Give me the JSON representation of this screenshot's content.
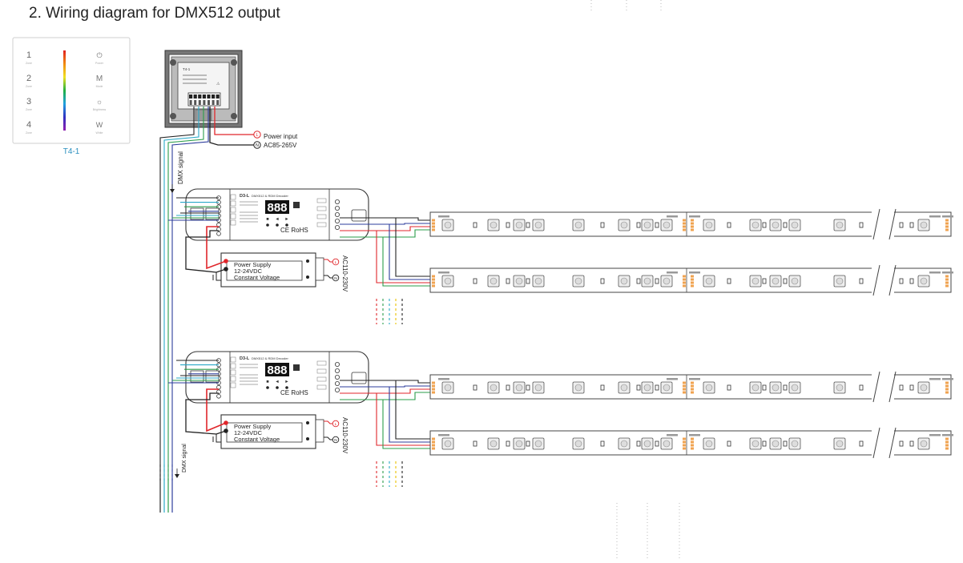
{
  "page": {
    "title": "2. Wiring diagram for DMX512 output"
  },
  "remote_panel": {
    "buttons_left": [
      {
        "num": "1",
        "sub": "Zone"
      },
      {
        "num": "2",
        "sub": "Zone"
      },
      {
        "num": "3",
        "sub": "Zone"
      },
      {
        "num": "4",
        "sub": "Zone"
      }
    ],
    "buttons_right": [
      {
        "icon": "power-icon",
        "glyph": "⏻",
        "sub": "Power"
      },
      {
        "icon": "mode-icon",
        "glyph": "M",
        "sub": "Mode"
      },
      {
        "icon": "brightness-icon",
        "glyph": "☼",
        "sub": "Brightness"
      },
      {
        "icon": "white-icon",
        "glyph": "W",
        "sub": "White"
      }
    ],
    "model": "T4-1"
  },
  "wall_controller": {
    "model": "T4-1",
    "power_label": "Power input",
    "voltage_label": "AC85-265V",
    "live_marker": "L",
    "neutral_marker": "N"
  },
  "dmx_label": "DMX signal",
  "decoder": {
    "model": "D3-L",
    "name": "DMX512 & RDM Decoder",
    "display": "888",
    "cert": "CE RoHS"
  },
  "power_supply": {
    "line1": "Power Supply",
    "line2": "12-24VDC",
    "line3": "Constant Voltage",
    "ac_label": "AC110-230V",
    "live_marker": "L",
    "neutral_marker": "N"
  },
  "colors": {
    "wire_red": "#e0262b",
    "wire_green": "#2a9d4a",
    "wire_blue": "#2c3c9c",
    "wire_cyan": "#29a8c8",
    "wire_yellow": "#e9c100",
    "wire_black": "#222222",
    "led_pad": "#f0a350",
    "rainbow": [
      "#e02020",
      "#f08a10",
      "#f0e020",
      "#20b040",
      "#20a0e0",
      "#3030c0",
      "#9020b0"
    ]
  }
}
